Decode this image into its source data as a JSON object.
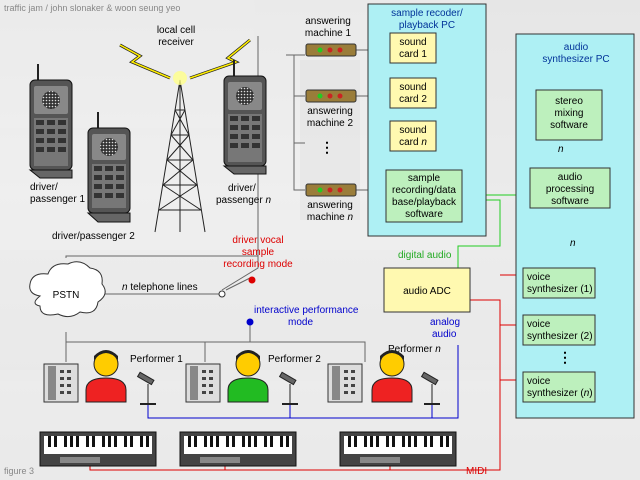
{
  "header": {
    "title": "traffic jam  /  john slonaker & woon seung yeo"
  },
  "footer": {
    "figure": "figure 3",
    "midi": "MIDI"
  },
  "cell": {
    "receiver": [
      "local cell",
      "receiver"
    ]
  },
  "phones": {
    "p1": [
      "driver/",
      "passenger 1"
    ],
    "p2": "driver/passenger 2",
    "pn": [
      "driver/",
      "passenger ",
      "n"
    ]
  },
  "answering": {
    "m1": [
      "answering",
      "machine 1"
    ],
    "m2": [
      "answering",
      "machine 2"
    ],
    "mn": [
      "answering",
      "machine ",
      "n"
    ],
    "dots": "⋮"
  },
  "sample_pc": {
    "title": [
      "sample recoder/",
      "playback PC"
    ],
    "card1": [
      "sound",
      "card 1"
    ],
    "card2": [
      "sound",
      "card 2"
    ],
    "cardn": [
      "sound",
      "card ",
      "n"
    ],
    "db": [
      "sample",
      "recording/data",
      "base/playback",
      "software"
    ]
  },
  "synth_pc": {
    "title": [
      "audio",
      "synthesizer PC"
    ],
    "mix": [
      "stereo",
      "mixing",
      "software"
    ],
    "proc": [
      "audio",
      "processing",
      "software"
    ],
    "v1": [
      "voice",
      "synthesizer (1)"
    ],
    "v2": [
      "voice",
      "synthesizer (2)"
    ],
    "vn": [
      "voice",
      "synthesizer (",
      "n",
      ")"
    ],
    "n1": "n",
    "n2": "n",
    "dots": "⋮"
  },
  "labels": {
    "driver_vocal": [
      "driver vocal",
      "sample",
      "recording mode"
    ],
    "interactive": [
      "interactive performance",
      "mode"
    ],
    "digital": "digital audio",
    "analog": [
      "analog",
      "audio"
    ],
    "pstn": "PSTN",
    "tel_lines": [
      "n",
      " telephone lines"
    ],
    "adc": "audio ADC"
  },
  "performers": {
    "p1": "Performer 1",
    "p2": "Performer 2",
    "pn": [
      "Performer ",
      "n"
    ]
  },
  "colors": {
    "cyan_box": "#aef0f4",
    "yellow_box": "#fff9b0",
    "green_box": "#bdf0bd",
    "red_line": "#dd0000",
    "blue_line": "#0000cc",
    "green_line": "#22cc22"
  }
}
